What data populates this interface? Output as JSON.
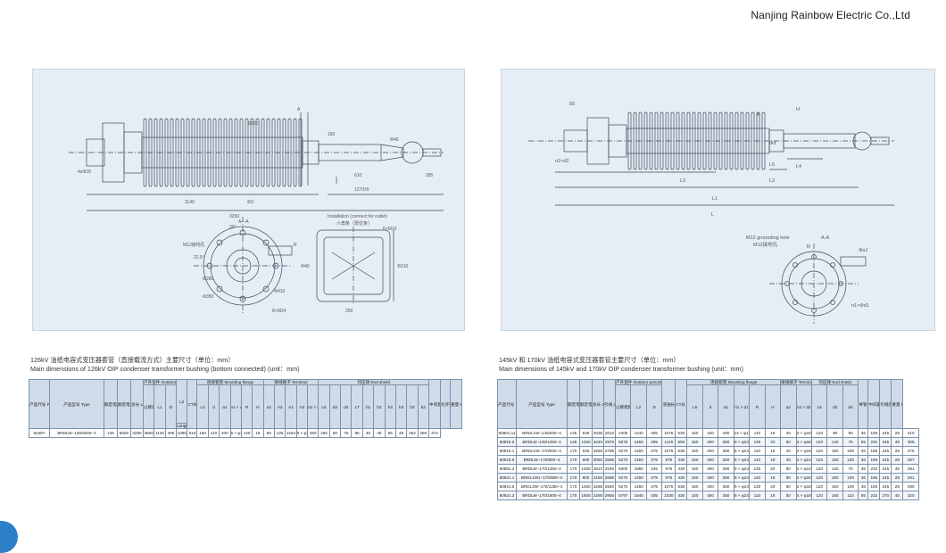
{
  "company": "Nanjing Rainbow Electric Co.,Ltd",
  "drawing_left": {
    "dims": {
      "total": "3290",
      "l1": "1140",
      "l2": "1270±5",
      "dia_a": "Φ320",
      "d150": "150",
      "d610": "610",
      "d285": "285",
      "d40": "Φ40",
      "a": "A",
      "ex": "4xΦ18"
    },
    "labels": {
      "m12": "M12接地孔",
      "a_a": "A—A",
      "r": "R",
      "d225": "22.5°",
      "d30": "30°",
      "d280": "Φ280",
      "d350": "Φ350",
      "d410": "Φ410",
      "ref": "8×M24",
      "tag": "Φ3"
    },
    "detail": {
      "title": "Installation (connect for outlet)",
      "cn": "六角条（限位条）",
      "dim1": "Φ210",
      "dim2": "6×M10",
      "dim3": "Φ40",
      "dim4": "250"
    }
  },
  "drawing_right": {
    "dims": {
      "l": "L",
      "l1": "L1",
      "l2": "L2",
      "l3": "L3",
      "l4": "L4",
      "l5": "L5",
      "h": "H",
      "d55": "55",
      "n2": "n2×d2",
      "a": "A"
    },
    "labels": {
      "m12": "M12 grounding hole",
      "m12cn": "M12接地孔",
      "r": "R",
      "a_a": "A-A",
      "phi_a1": "Φa1",
      "n1": "n1×Φd1",
      "phi_d": "Φd"
    }
  },
  "caption_left": {
    "cn": "126kV 油纸电容式变压器套管（直接载流方式）主要尺寸（单位：mm）",
    "en": "Main dimensions of 126kV OIP condenser transformer bushing (bottom connected) (unit：mm)"
  },
  "caption_right": {
    "cn": "145kV 和 170kV 油纸电容式变压器套管主要尺寸（单位：mm）",
    "en": "Main dimensions of 145kV and 170kV OIP condenser transformer bushing (unit：mm)"
  },
  "table_left": {
    "head": {
      "code": "产品代号 Product code",
      "type": "产品型号 Type",
      "kv": "额定电压 kV Rated voltage kV",
      "a": "额定电流 A Rated current A",
      "len": "总长 L Total length",
      "porcelain": "户外瓷件 Outdoor porcelain",
      "creep": "公称爬距 Nominal creepage distance",
      "l1": "L1",
      "d": "D",
      "l2": "L2",
      "l2sub": "Length in oil",
      "l3": "CT长 L3 CT length",
      "flange": "连接套管 Mounting flange",
      "terminal": "接线端子 Terminal",
      "shield": "均压球 End shield",
      "d7": "中间套管最大外径 d7 Max dia. in oil side",
      "d8": "允许短路 d8",
      "weight": "重量 kg Weight kg",
      "cols": [
        "L4",
        "d",
        "a1",
        "n1 × d1",
        "R",
        "H",
        "e2",
        "A3",
        "A1",
        "A2",
        "n2 × d2",
        "L5",
        "d3",
        "d4",
        "L7",
        "h1",
        "h2",
        "h3",
        "h3",
        "h3",
        "b2"
      ]
    },
    "rows": [
      [
        "60487",
        "BRDLW−126/5000−4",
        "126",
        "5000",
        "3290",
        "3800",
        "1140",
        "406",
        "1095",
        "510",
        "150",
        "410",
        "400",
        "8 × φ24",
        "140",
        "18",
        "60",
        "125",
        "1254",
        "8 × φ18",
        "250",
        "260",
        "80",
        "75",
        "85",
        "40",
        "35",
        "85",
        "45",
        "252",
        "285",
        "372"
      ]
    ]
  },
  "table_right": {
    "head": {
      "code": "产品代号 Product code",
      "type": "产品型号 Type",
      "kv": "额定电压 kV Rated voltage kV",
      "a": "额定电流 A Rated current A",
      "len": "总长 L Total length",
      "l1": "引线 L1 Draw lead",
      "porcelain": "户外瓷件 Outdoor porcelain",
      "creep": "公称爬距 Nominal creepage distance",
      "l2": "L2",
      "d": "D",
      "l3": "浸油长度 L3 Length in oil",
      "l4": "CT长 L4 CT length",
      "flange": "连接套管 Mounting flange",
      "terminal": "接线端子 Terminal",
      "shield": "均压球 End shield",
      "d5": "导管外径 d5 Tube dia.",
      "d6": "中间最大直径 d6 Max. dia. in oil side",
      "d7": "引线连接头 d7 Lead connector",
      "weight": "重量 kg Weight kg",
      "cols": [
        "L5",
        "d",
        "a1",
        "n1 × d1",
        "R",
        "H",
        "a2",
        "n2 × d2",
        "L6",
        "d3",
        "d4"
      ]
    },
    "rows": [
      [
        "60801.11",
        "BRDL1W−145/630−4",
        "145",
        "630",
        "3035",
        "2610",
        "4405",
        "1240",
        "305",
        "1075",
        "530",
        "150",
        "340",
        "290",
        "12 × φ18",
        "110",
        "18",
        "40",
        "4 × φ18",
        "120",
        "90",
        "80",
        "36",
        "195",
        "245",
        "28",
        "310"
      ],
      [
        "60916.6",
        "BRDLW−145/1250−4",
        "145",
        "1250",
        "3240",
        "2970",
        "5075",
        "1450",
        "285",
        "1145",
        "550",
        "150",
        "400",
        "350",
        "8 × φ24",
        "130",
        "20",
        "50",
        "4 × φ18",
        "120",
        "140",
        "75",
        "55",
        "232",
        "245",
        "45",
        "305"
      ],
      [
        "60916.1",
        "BRDL1W−170/630−4",
        "170",
        "630",
        "3250",
        "2785",
        "5270",
        "1450",
        "375",
        "1075",
        "530",
        "150",
        "400",
        "350",
        "8 × φ24",
        "110",
        "18",
        "40",
        "4 × φ18",
        "120",
        "160",
        "100",
        "36",
        "195",
        "245",
        "28",
        "275"
      ],
      [
        "60919.8",
        "BRDLW−170/800−4",
        "170",
        "800",
        "3050",
        "2585",
        "5270",
        "1450",
        "375",
        "875",
        "330",
        "150",
        "400",
        "350",
        "8 × φ24",
        "110",
        "18",
        "40",
        "4 × φ14",
        "120",
        "160",
        "100",
        "36",
        "195",
        "245",
        "28",
        "267"
      ],
      [
        "60881.4",
        "BRDLW−170/1250−4",
        "170",
        "1250",
        "3610",
        "3240",
        "6300",
        "1850",
        "345",
        "975",
        "430",
        "150",
        "400",
        "350",
        "8 × φ24",
        "130",
        "20",
        "50",
        "4 × φ14",
        "120",
        "140",
        "75",
        "36",
        "232",
        "245",
        "45",
        "281"
      ],
      [
        "60921.1",
        "BRDL1W1−170/800−4",
        "170",
        "800",
        "3150",
        "2685",
        "5270",
        "1450",
        "375",
        "975",
        "430",
        "150",
        "400",
        "350",
        "8 × φ24",
        "110",
        "18",
        "50",
        "4 × φ18",
        "120",
        "160",
        "100",
        "36",
        "195",
        "245",
        "28",
        "281"
      ],
      [
        "60921.6",
        "BRDL3W−170/1250−4",
        "170",
        "1250",
        "3285",
        "2940",
        "5270",
        "1450",
        "375",
        "1075",
        "530",
        "150",
        "400",
        "350",
        "8 × φ24",
        "130",
        "20",
        "50",
        "4 × φ18",
        "120",
        "160",
        "100",
        "36",
        "195",
        "245",
        "28",
        "290"
      ],
      [
        "60921.3",
        "BRDLW−170/1600−4",
        "170",
        "1600",
        "3285",
        "2950",
        "5797",
        "1640",
        "405",
        "1030",
        "430",
        "150",
        "400",
        "350",
        "8 × φ24",
        "110",
        "18",
        "50",
        "4 × φ18",
        "120",
        "160",
        "110",
        "55",
        "232",
        "270",
        "45",
        "320"
      ]
    ]
  }
}
